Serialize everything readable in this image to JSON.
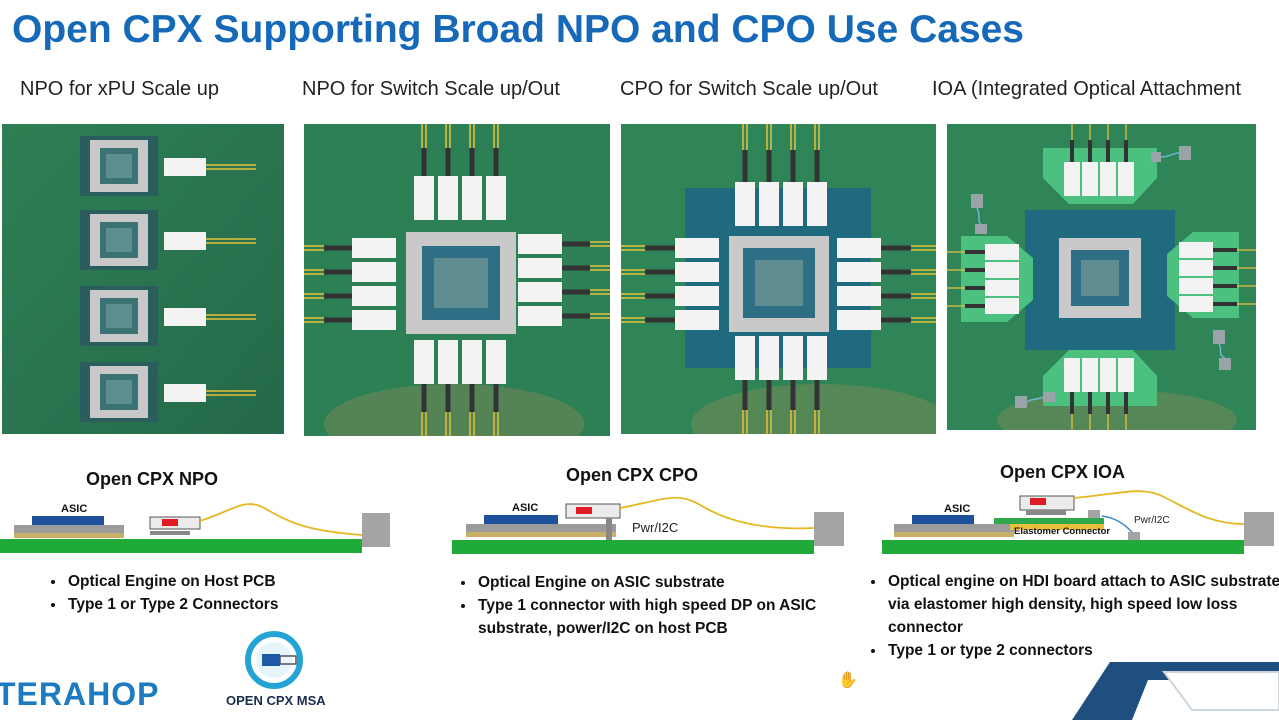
{
  "slide": {
    "title": "Open CPX Supporting Broad NPO and CPO Use Cases",
    "columns": [
      {
        "label": "NPO for xPU Scale up"
      },
      {
        "label": "NPO for Switch Scale up/Out"
      },
      {
        "label": "CPO for Switch Scale up/Out"
      },
      {
        "label": "IOA (Integrated Optical Attachment"
      }
    ],
    "sections": [
      {
        "subtitle": "Open CPX NPO",
        "diagram_labels": {
          "asic": "ASIC"
        },
        "bullets": [
          "Optical Engine on Host PCB",
          "Type 1 or Type 2 Connectors"
        ]
      },
      {
        "subtitle": "Open CPX CPO",
        "diagram_labels": {
          "asic": "ASIC",
          "power": "Pwr/I2C"
        },
        "bullets": [
          "Optical Engine on ASIC substrate",
          "Type 1 connector with high speed DP on ASIC substrate, power/I2C on host PCB"
        ]
      },
      {
        "subtitle": "Open CPX IOA",
        "diagram_labels": {
          "asic": "ASIC",
          "power": "Pwr/I2C",
          "connector": "Elastomer Connector"
        },
        "bullets": [
          "Optical engine on HDI board attach to ASIC substrate via elastomer high density, high speed low loss connector",
          "Type 1 or type 2 connectors"
        ]
      }
    ],
    "logos": {
      "company": "TERAHOP",
      "msa": "OPEN CPX MSA"
    },
    "colors": {
      "title_blue": "#1569b8",
      "pcb_green": "#2d8a4e",
      "asic_blue": "#1d4f9c",
      "fiber_yellow": "#e6c13a",
      "engine_red": "#e01b24"
    }
  }
}
